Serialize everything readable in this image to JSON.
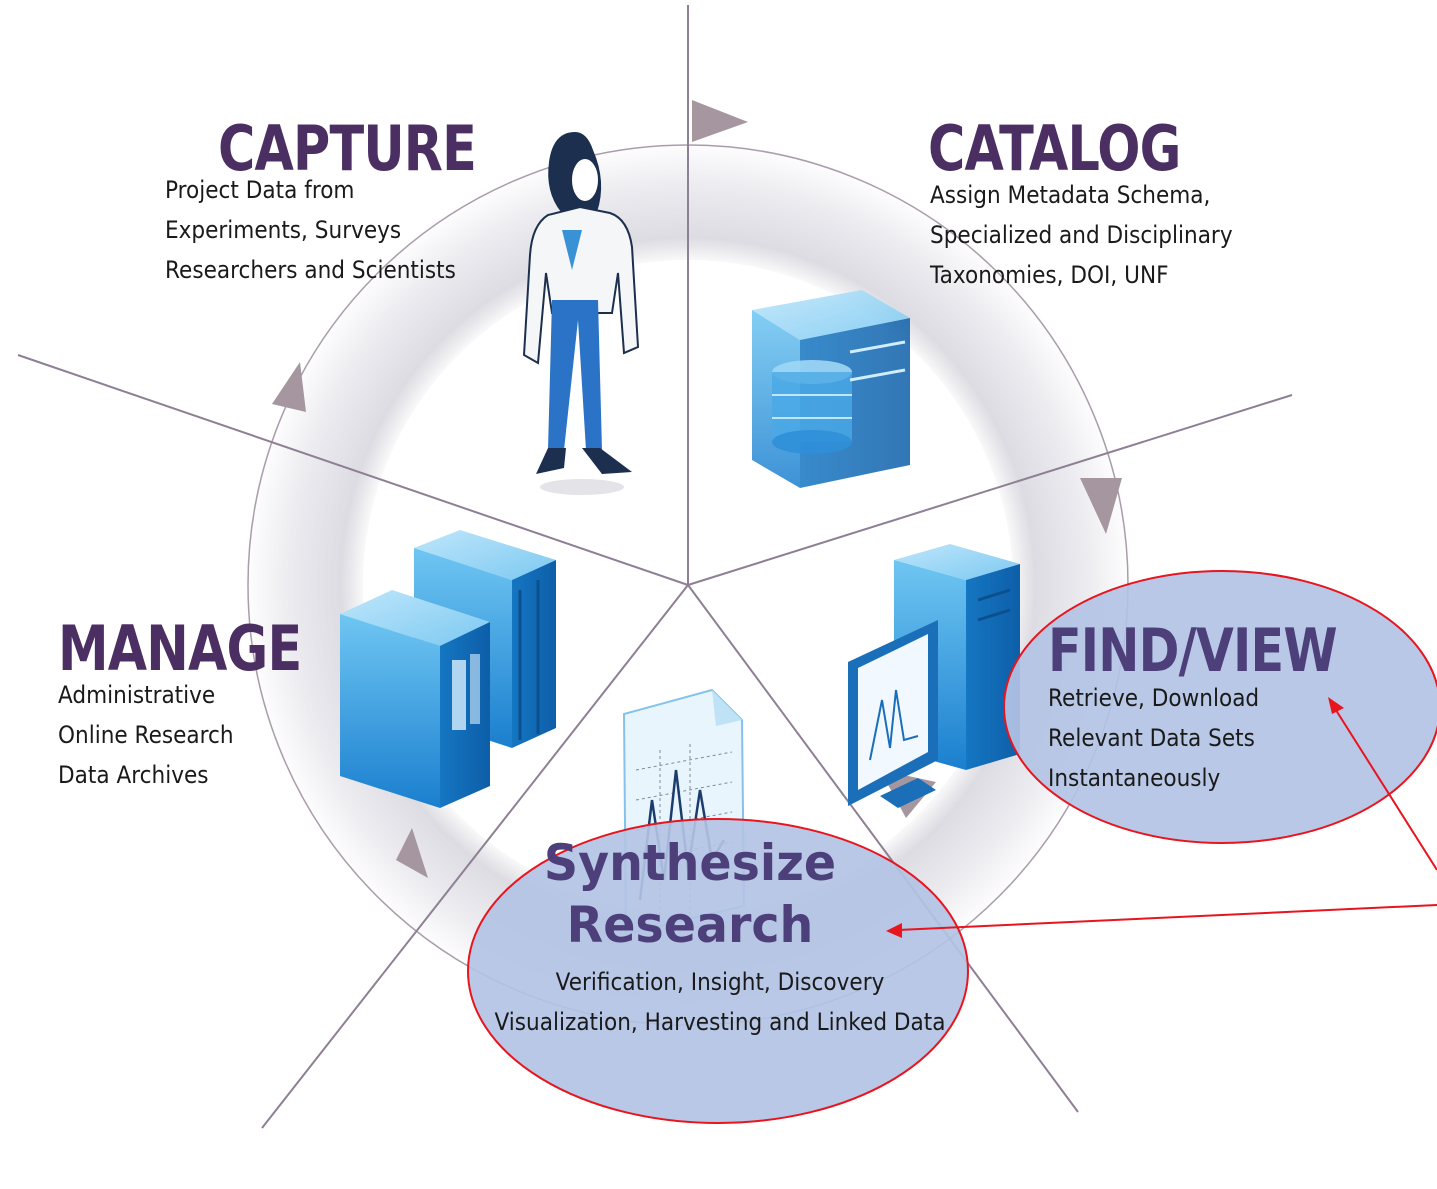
{
  "segments": {
    "capture": {
      "title": "CAPTURE",
      "lines": [
        "Project Data from",
        "Experiments, Surveys",
        "Researchers and Scientists"
      ],
      "icon": "researcher-person-icon"
    },
    "catalog": {
      "title": "CATALOG",
      "lines": [
        "Assign  Metadata Schema,",
        "Specialized and Disciplinary",
        " Taxonomies, DOI, UNF"
      ],
      "icon": "database-cube-icon"
    },
    "findview": {
      "title": "FIND/VIEW",
      "lines": [
        "Retrieve, Download",
        "Relevant Data Sets",
        "Instantaneously"
      ],
      "icon": "computer-monitor-chart-icon"
    },
    "synthesize": {
      "title_lines": [
        "Synthesize",
        "Research"
      ],
      "lines": [
        "Verification, Insight, Discovery",
        "Visualization, Harvesting and Linked Data"
      ],
      "icon": "chart-document-icon"
    },
    "manage": {
      "title": "MANAGE",
      "lines": [
        "Administrative",
        "Online Research",
        "Data Archives"
      ],
      "icon": "server-archive-icon"
    }
  },
  "colors": {
    "title_purple": "#4b2f63",
    "synth_purple": "#4d3f7a",
    "highlight_fill": "#b3c3e4",
    "highlight_stroke": "#e8141e",
    "arrow": "#e8141e",
    "ring": "#d9d9df",
    "spoke": "#8e7f95",
    "arrowhead": "#9c8d9e",
    "icon_blue": "#1f8fd8"
  }
}
